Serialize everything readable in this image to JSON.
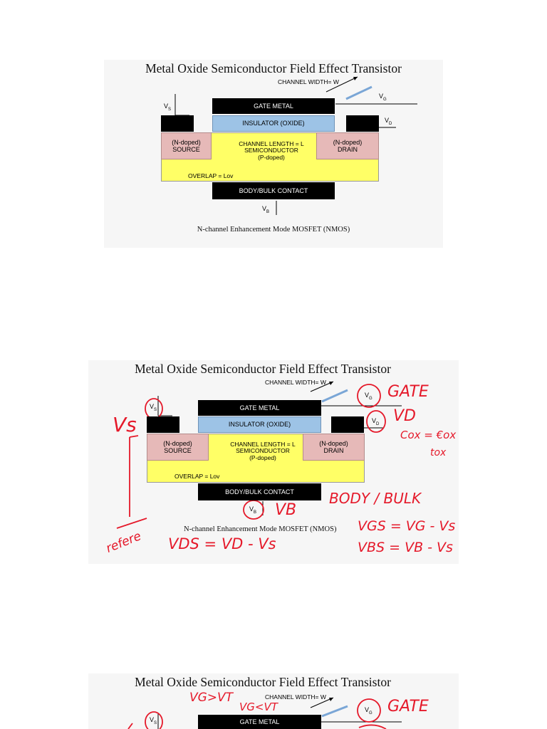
{
  "diagram": {
    "title": "Metal Oxide Semiconductor Field Effect Transistor",
    "subtitle": "N-channel Enhancement Mode MOSFET (NMOS)",
    "channel_width_label": "CHANNEL WIDTH= W",
    "gate_metal": "GATE METAL",
    "insulator": "INSULATOR (OXIDE)",
    "source": "(N-doped)\nSOURCE",
    "drain": "(N-doped)\nDRAIN",
    "channel": "CHANNEL LENGTH = L\nSEMICONDUCTOR\n(P-doped)",
    "overlap": "OVERLAP = Lov",
    "body": "BODY/BULK CONTACT",
    "terminals": {
      "vs": "V",
      "vs_sub": "S",
      "vg": "V",
      "vg_sub": "G",
      "vd": "V",
      "vd_sub": "D",
      "vb": "V",
      "vb_sub": "B"
    }
  },
  "annotations_slide2": {
    "gate": "GATE",
    "vd": "VD",
    "cox": "Cox = €ox",
    "tox": "tox",
    "vs": "Vs",
    "vb": "VB",
    "body_bulk": "BODY / BULK",
    "reference": "refere",
    "vds": "VDS = VD - Vs",
    "vgs": "VGS = VG - Vs",
    "vbs": "VBS = VB - Vs"
  },
  "annotations_slide3": {
    "vg_gt_vt": "VG>VT",
    "vg_lt_vt": "VG<VT",
    "gate": "GATE"
  },
  "colors": {
    "gate_metal": "#000000",
    "insulator": "#9dc3e6",
    "n_doped": "#e6b9b8",
    "p_doped": "#ffff66",
    "ink": "#e5192a"
  }
}
